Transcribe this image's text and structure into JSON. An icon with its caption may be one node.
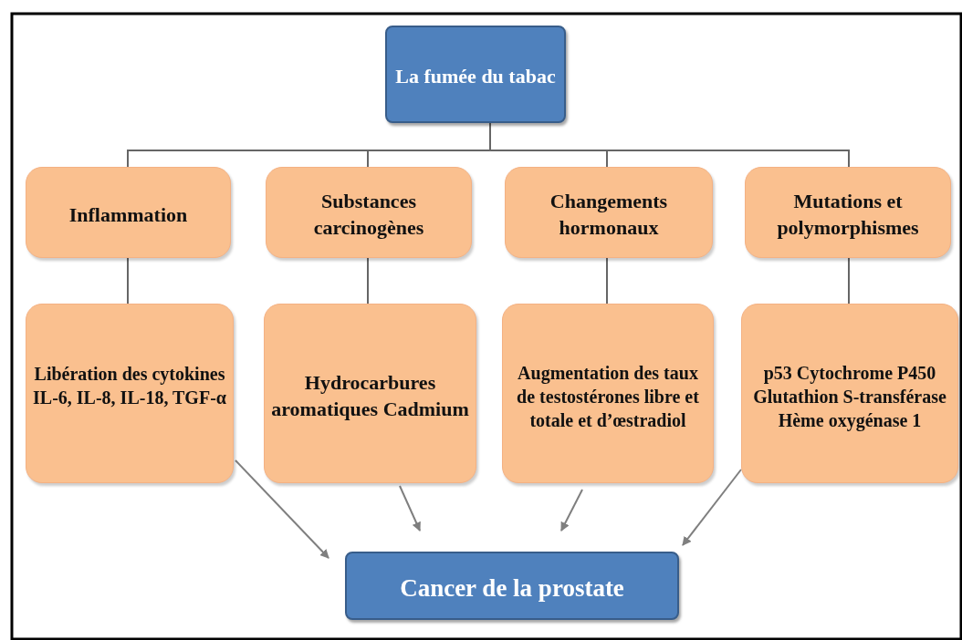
{
  "diagram": {
    "nodes": [
      {
        "text": [
          "La fumée du tabac"
        ]
      },
      {
        "text": [
          "Inflammation"
        ]
      },
      {
        "text": [
          "Substances carcinogènes"
        ]
      },
      {
        "text": [
          "Changements hormonaux"
        ]
      },
      {
        "text": [
          "Mutations et polymorphismes"
        ]
      },
      {
        "text": [
          "Libération des cytokines IL-6, IL-8, IL-18, TGF-α"
        ]
      },
      {
        "text": [
          "Hydrocarbures aromatiques Cadmium"
        ]
      },
      {
        "text": [
          "Augmentation des taux de testostérones libre et totale et d’œstradiol"
        ]
      },
      {
        "text": [
          "p53 Cytochrome P450 Glutathion S-transférase Hème oxygénase 1"
        ]
      },
      {
        "text": [
          "Cancer de la prostate"
        ]
      }
    ],
    "edges": [
      {
        "from": 0,
        "to": 1,
        "arrow": "none"
      },
      {
        "from": 0,
        "to": 2,
        "arrow": "none"
      },
      {
        "from": 0,
        "to": 3,
        "arrow": "none"
      },
      {
        "from": 0,
        "to": 4,
        "arrow": "none"
      },
      {
        "from": 1,
        "to": 5,
        "arrow": "none"
      },
      {
        "from": 2,
        "to": 6,
        "arrow": "none"
      },
      {
        "from": 3,
        "to": 7,
        "arrow": "none"
      },
      {
        "from": 4,
        "to": 8,
        "arrow": "none"
      },
      {
        "from": 5,
        "to": 9,
        "arrow": "to"
      },
      {
        "from": 6,
        "to": 9,
        "arrow": "to"
      },
      {
        "from": 7,
        "to": 9,
        "arrow": "to"
      },
      {
        "from": 8,
        "to": 9,
        "arrow": "to"
      }
    ]
  }
}
